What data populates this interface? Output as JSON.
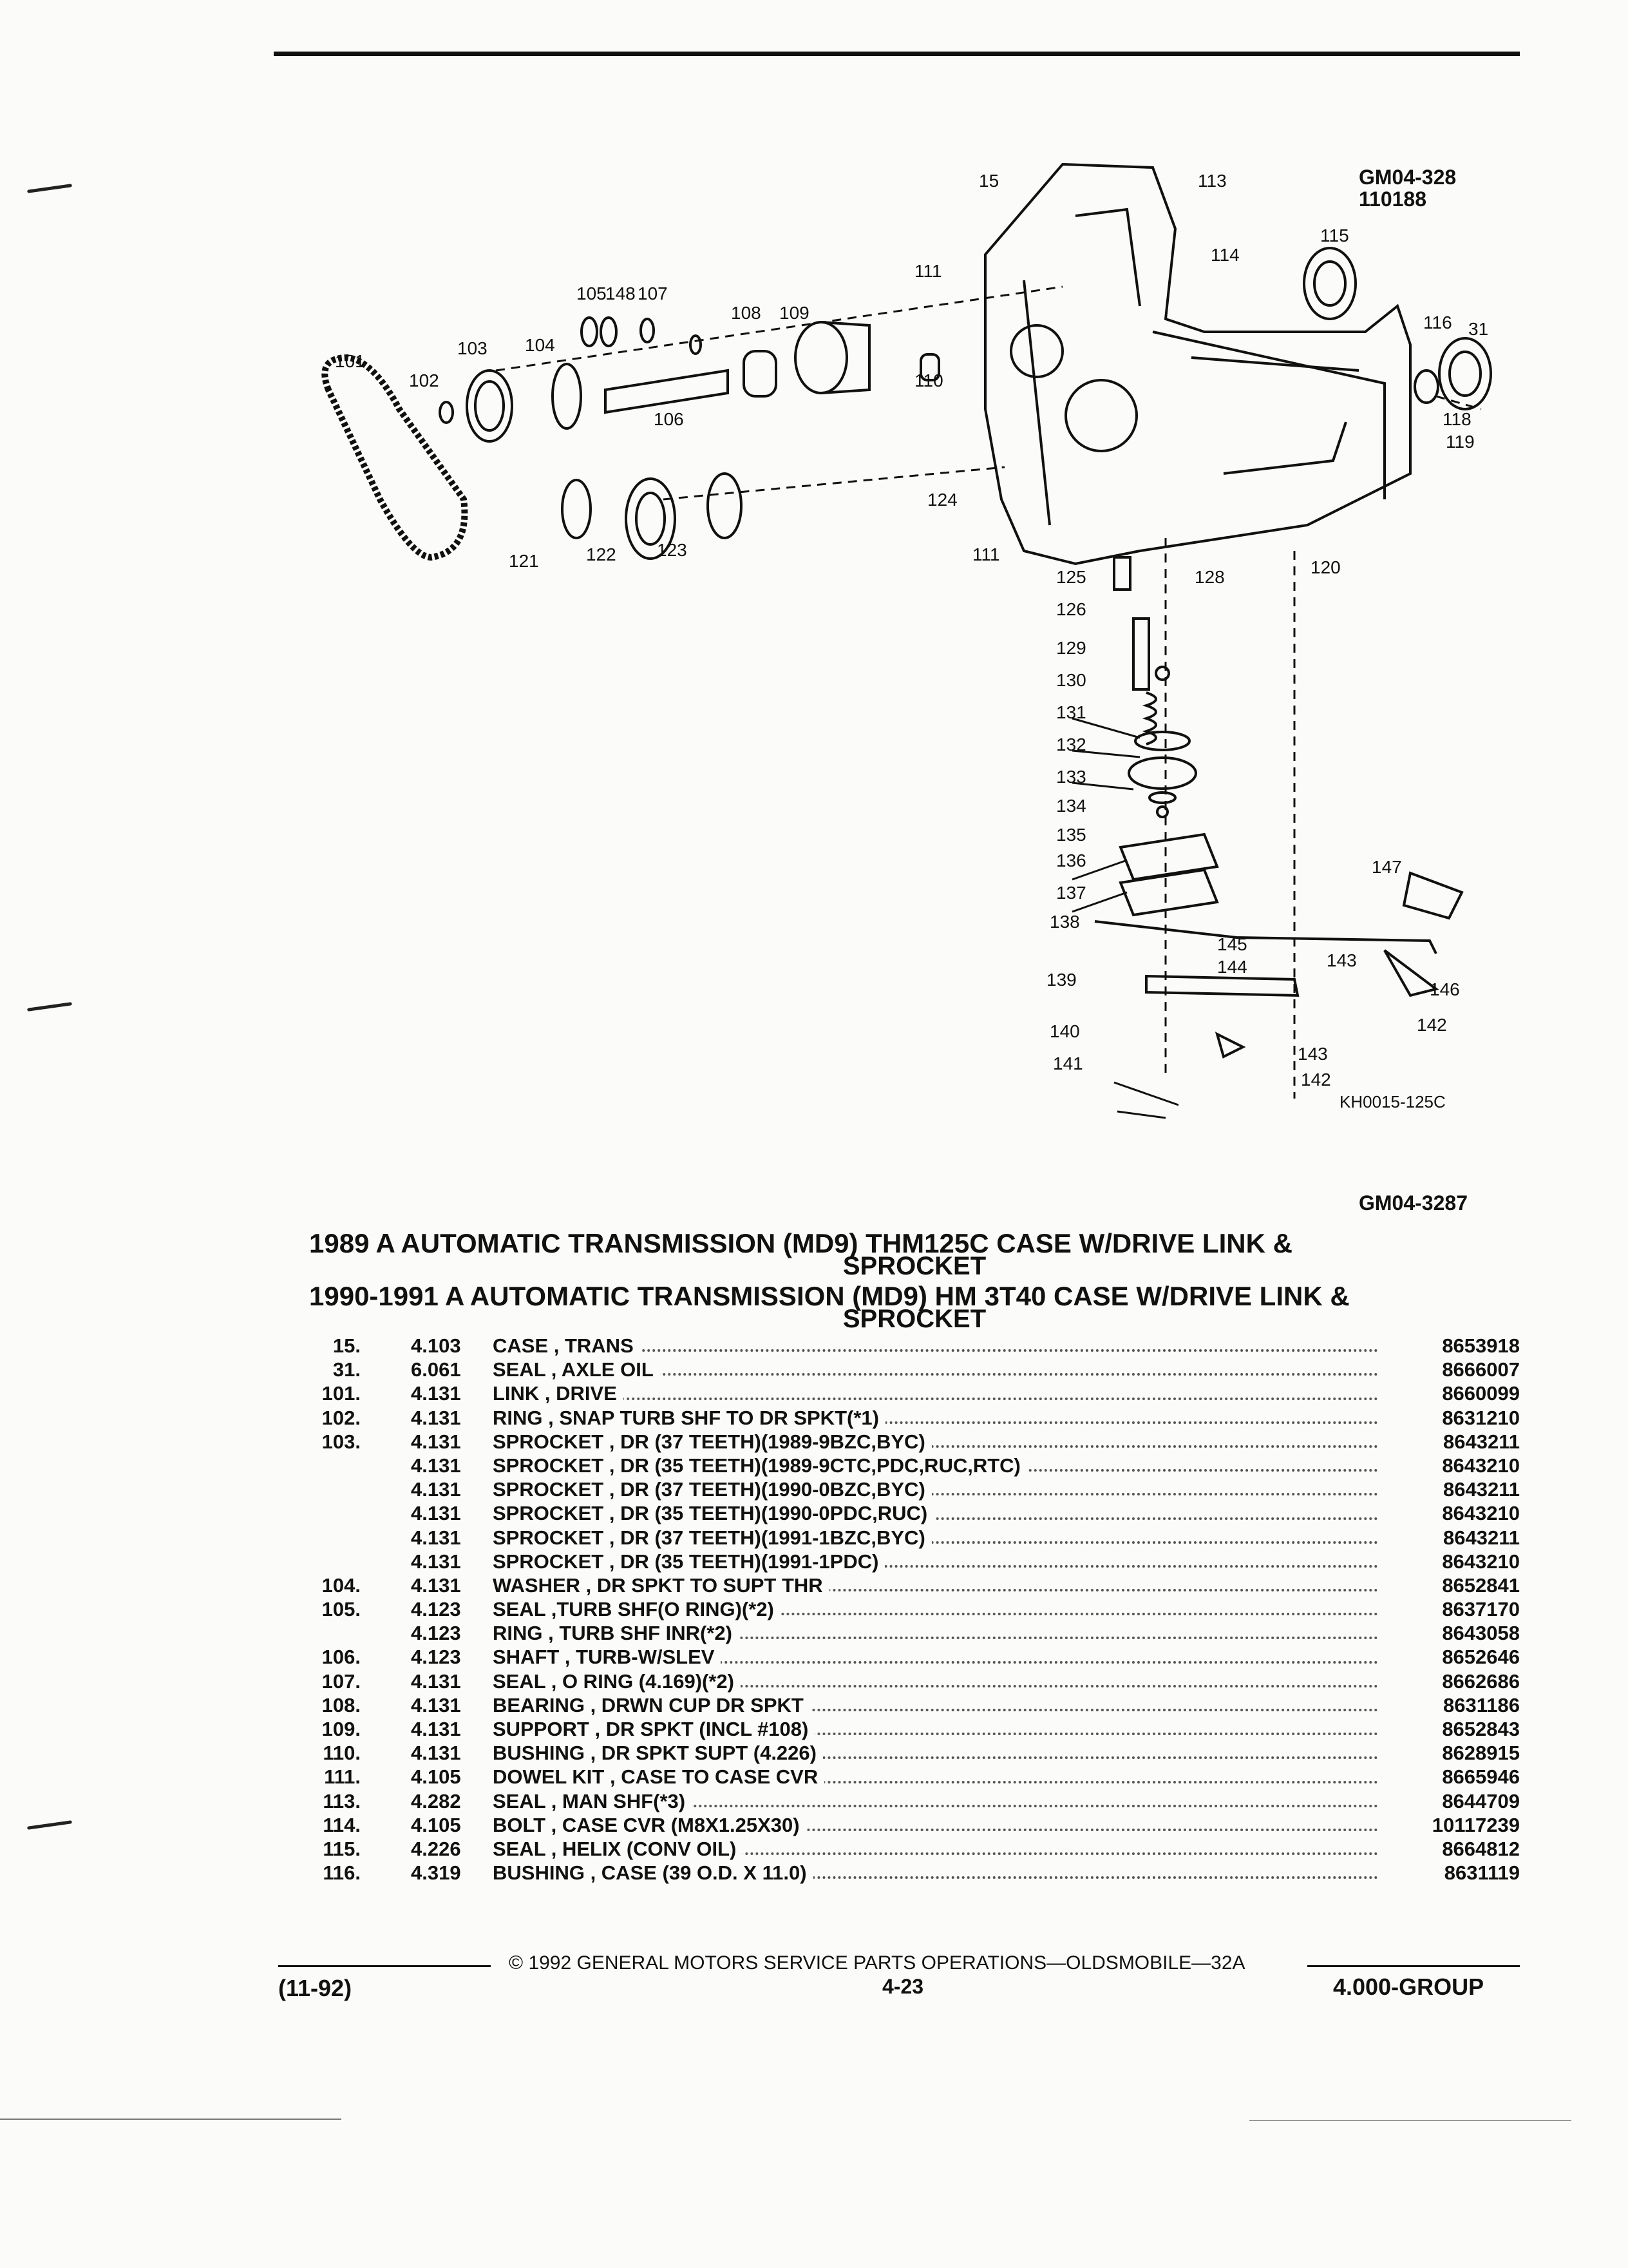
{
  "figure": {
    "id_top": "GM04-328",
    "date_code": "110188",
    "drawing_code": "KH0015-125C",
    "id_bottom": "GM04-3287",
    "callouts": [
      "15",
      "113",
      "114",
      "115",
      "116",
      "31",
      "118",
      "119",
      "120",
      "111",
      "105",
      "148",
      "107",
      "108",
      "109",
      "110",
      "101",
      "102",
      "103",
      "104",
      "106",
      "121",
      "122",
      "123",
      "124",
      "125",
      "126",
      "128",
      "129",
      "130",
      "131",
      "132",
      "133",
      "134",
      "135",
      "136",
      "137",
      "138",
      "139",
      "140",
      "141",
      "142",
      "143",
      "144",
      "145",
      "146",
      "147"
    ]
  },
  "title": {
    "line1": "1989 A AUTOMATIC TRANSMISSION (MD9) THM125C CASE W/DRIVE LINK &",
    "line1_sub": "SPROCKET",
    "line2": "1990-1991 A AUTOMATIC TRANSMISSION (MD9) HM 3T40 CASE W/DRIVE LINK &",
    "line2_sub": "SPROCKET"
  },
  "parts": [
    {
      "item": "15.",
      "group": "4.103",
      "desc": "CASE , TRANS",
      "pn": "8653918"
    },
    {
      "item": "31.",
      "group": "6.061",
      "desc": "SEAL , AXLE OIL",
      "pn": "8666007"
    },
    {
      "item": "101.",
      "group": "4.131",
      "desc": "LINK , DRIVE",
      "pn": "8660099"
    },
    {
      "item": "102.",
      "group": "4.131",
      "desc": "RING , SNAP TURB SHF TO DR SPKT(*1)",
      "pn": "8631210"
    },
    {
      "item": "103.",
      "group": "4.131",
      "desc": "SPROCKET , DR (37 TEETH)(1989-9BZC,BYC)",
      "pn": "8643211"
    },
    {
      "item": "",
      "group": "4.131",
      "desc": "SPROCKET , DR (35 TEETH)(1989-9CTC,PDC,RUC,RTC)",
      "pn": "8643210"
    },
    {
      "item": "",
      "group": "4.131",
      "desc": "SPROCKET , DR (37 TEETH)(1990-0BZC,BYC)",
      "pn": "8643211"
    },
    {
      "item": "",
      "group": "4.131",
      "desc": "SPROCKET , DR (35 TEETH)(1990-0PDC,RUC)",
      "pn": "8643210"
    },
    {
      "item": "",
      "group": "4.131",
      "desc": "SPROCKET , DR (37 TEETH)(1991-1BZC,BYC)",
      "pn": "8643211"
    },
    {
      "item": "",
      "group": "4.131",
      "desc": "SPROCKET , DR (35 TEETH)(1991-1PDC)",
      "pn": "8643210"
    },
    {
      "item": "104.",
      "group": "4.131",
      "desc": "WASHER , DR SPKT TO SUPT THR",
      "pn": "8652841"
    },
    {
      "item": "105.",
      "group": "4.123",
      "desc": "SEAL ,TURB SHF(O RING)(*2)",
      "pn": "8637170"
    },
    {
      "item": "",
      "group": "4.123",
      "desc": "RING , TURB SHF INR(*2)",
      "pn": "8643058"
    },
    {
      "item": "106.",
      "group": "4.123",
      "desc": "SHAFT , TURB-W/SLEV",
      "pn": "8652646"
    },
    {
      "item": "107.",
      "group": "4.131",
      "desc": "SEAL , O RING (4.169)(*2)",
      "pn": "8662686"
    },
    {
      "item": "108.",
      "group": "4.131",
      "desc": "BEARING , DRWN CUP DR SPKT",
      "pn": "8631186"
    },
    {
      "item": "109.",
      "group": "4.131",
      "desc": "SUPPORT , DR SPKT (INCL #108)",
      "pn": "8652843"
    },
    {
      "item": "110.",
      "group": "4.131",
      "desc": "BUSHING , DR SPKT SUPT (4.226)",
      "pn": "8628915"
    },
    {
      "item": "111.",
      "group": "4.105",
      "desc": "DOWEL KIT , CASE TO CASE CVR",
      "pn": "8665946"
    },
    {
      "item": "113.",
      "group": "4.282",
      "desc": "SEAL , MAN SHF(*3)",
      "pn": "8644709"
    },
    {
      "item": "114.",
      "group": "4.105",
      "desc": "BOLT , CASE CVR (M8X1.25X30)",
      "pn": "10117239"
    },
    {
      "item": "115.",
      "group": "4.226",
      "desc": "SEAL , HELIX (CONV OIL)",
      "pn": "8664812"
    },
    {
      "item": "116.",
      "group": "4.319",
      "desc": "BUSHING , CASE (39 O.D. X 11.0)",
      "pn": "8631119"
    }
  ],
  "footer": {
    "copyright": "© 1992 GENERAL MOTORS SERVICE PARTS OPERATIONS—OLDSMOBILE—32A",
    "date": "(11-92)",
    "page": "4-23",
    "group": "4.000-GROUP"
  }
}
